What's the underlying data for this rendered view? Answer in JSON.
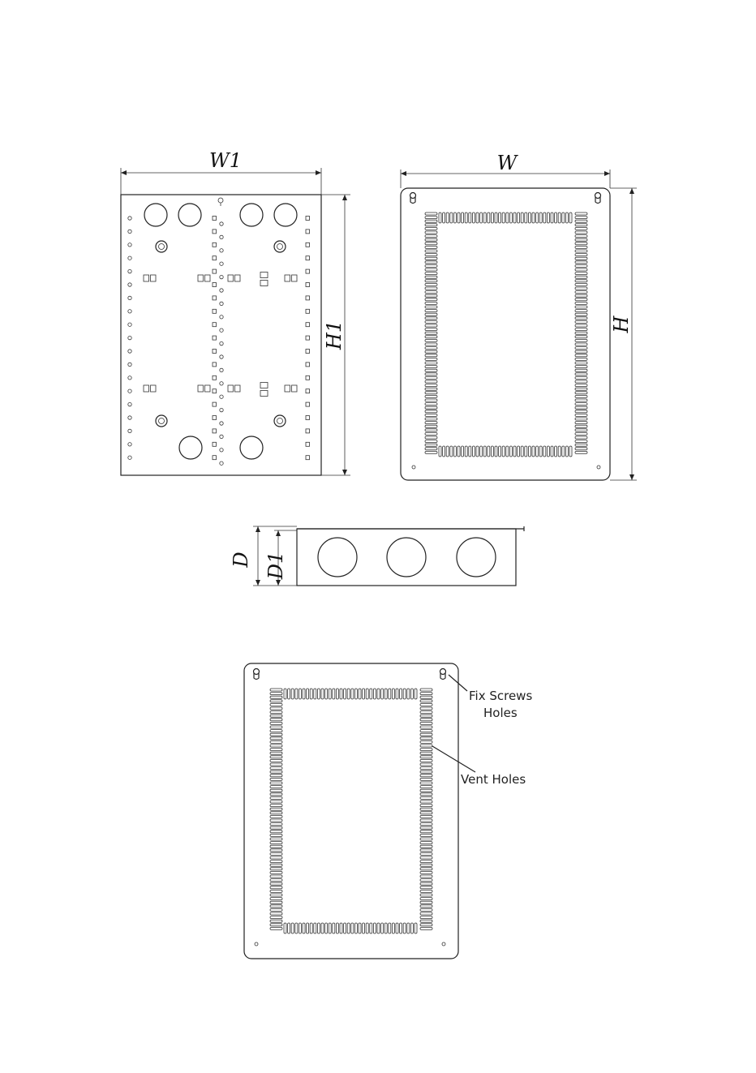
{
  "dimensions": {
    "w1": "W1",
    "w": "W",
    "h1": "H1",
    "h": "H",
    "d": "D",
    "d1": "D1"
  },
  "callouts": {
    "fix_screws_line1": "Fix Screws",
    "fix_screws_line2": "Holes",
    "vent_holes": "Vent Holes"
  },
  "colors": {
    "line": "#222222",
    "background": "#ffffff"
  }
}
